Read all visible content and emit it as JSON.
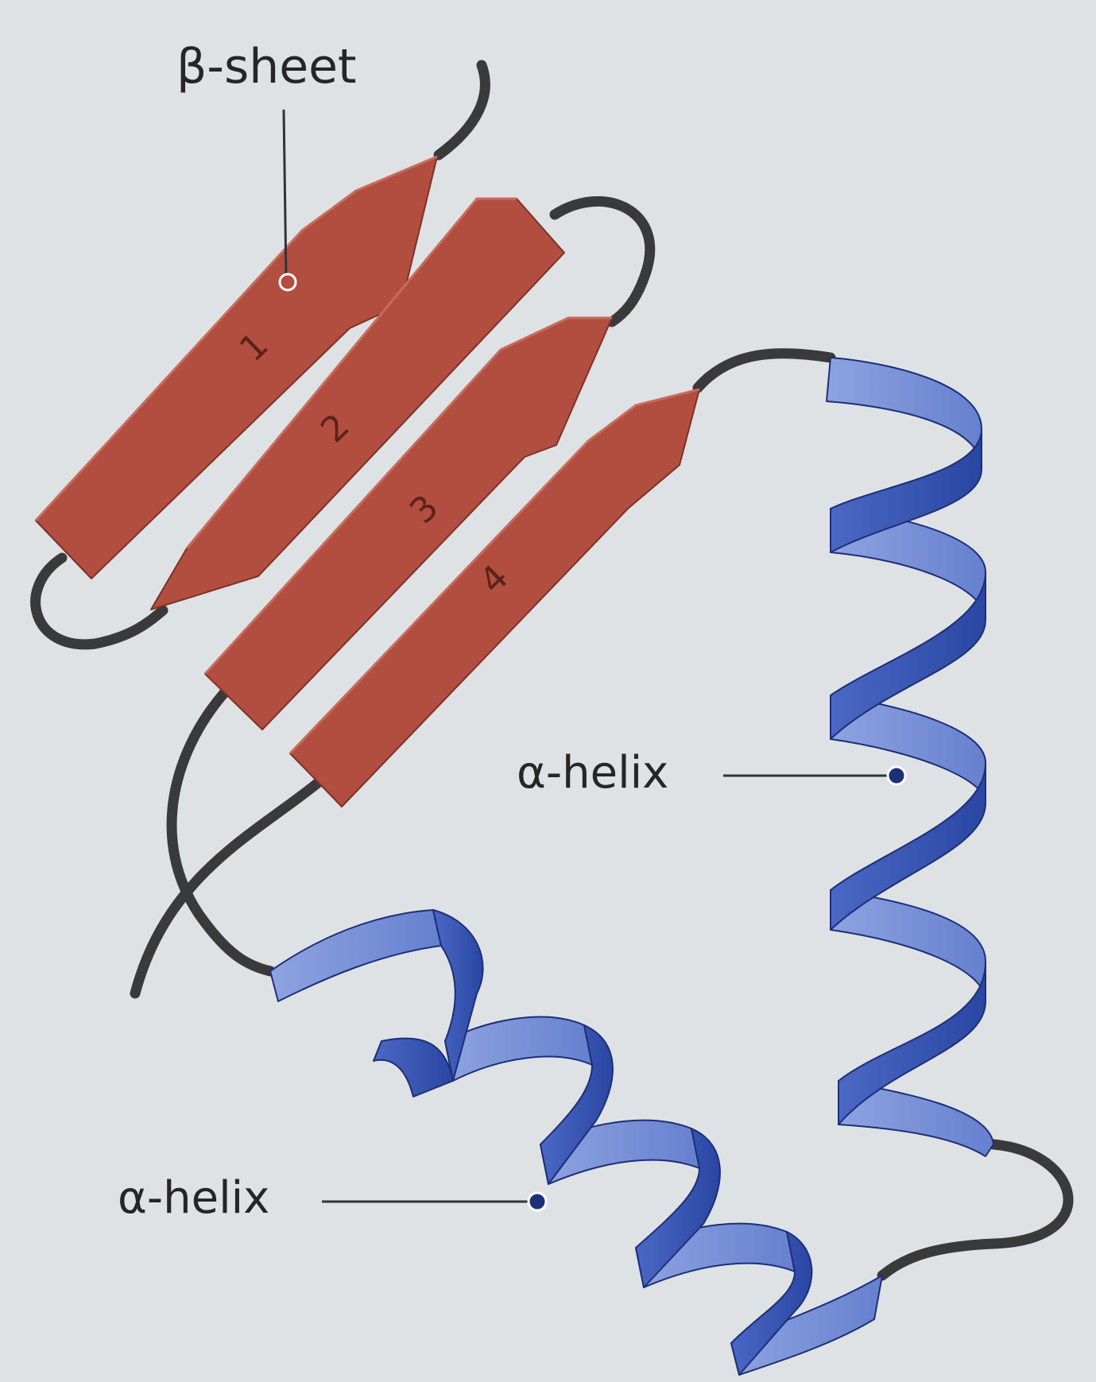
{
  "labels": {
    "beta_sheet": "β-sheet",
    "alpha_helix_right": "α-helix",
    "alpha_helix_left": "α-helix"
  },
  "strands": [
    {
      "number": "1"
    },
    {
      "number": "2"
    },
    {
      "number": "3"
    },
    {
      "number": "4"
    }
  ],
  "colors": {
    "background": "#dfe2e5",
    "strand_fill": "#b24e40",
    "strand_edge": "#7e3128",
    "strand_number": "#5e211a",
    "helix_dark": "#2f4fae",
    "helix_light": "#6d88d4",
    "helix_edge": "#1d2f78",
    "coil": "#3a3a3a",
    "leader": "#333333"
  }
}
